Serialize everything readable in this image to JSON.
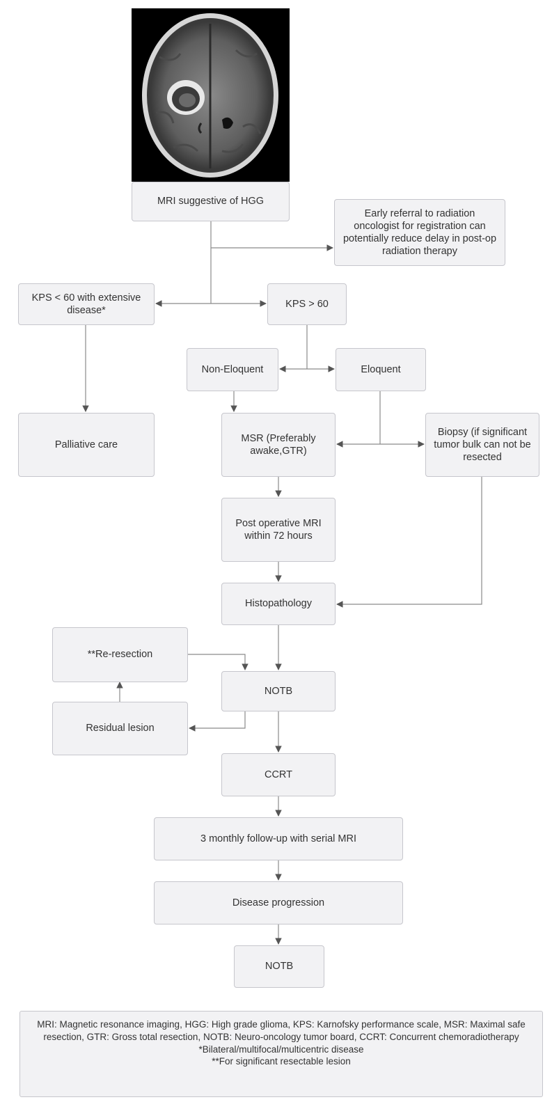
{
  "nodes": {
    "mri": "MRI suggestive of HGG",
    "referral": "Early referral to radiation oncologist for registration can potentially reduce delay in post-op radiation therapy",
    "kps_low": "KPS < 60 with extensive disease*",
    "kps_high": "KPS > 60",
    "non_eloquent": "Non-Eloquent",
    "eloquent": "Eloquent",
    "palliative": "Palliative care",
    "msr": "MSR (Preferably awake,GTR)",
    "biopsy": "Biopsy (if significant  tumor bulk can not be resected",
    "postop_mri": "Post operative MRI within 72 hours",
    "histopathology": "Histopathology",
    "reresection": "**Re-resection",
    "notb1": "NOTB",
    "residual": "Residual lesion",
    "ccrt": "CCRT",
    "followup": "3 monthly follow-up with serial MRI",
    "progression": "Disease progression",
    "notb2": "NOTB"
  },
  "legend": {
    "line1": "MRI: Magnetic resonance imaging, HGG: High grade glioma, KPS: Karnofsky performance scale, MSR: Maximal safe resection, GTR: Gross total resection, NOTB: Neuro-oncology tumor board, CCRT: Concurrent chemoradiotherapy",
    "line2": "*Bilateral/multifocal/multicentric disease",
    "line3": "**For significant resectable lesion"
  }
}
